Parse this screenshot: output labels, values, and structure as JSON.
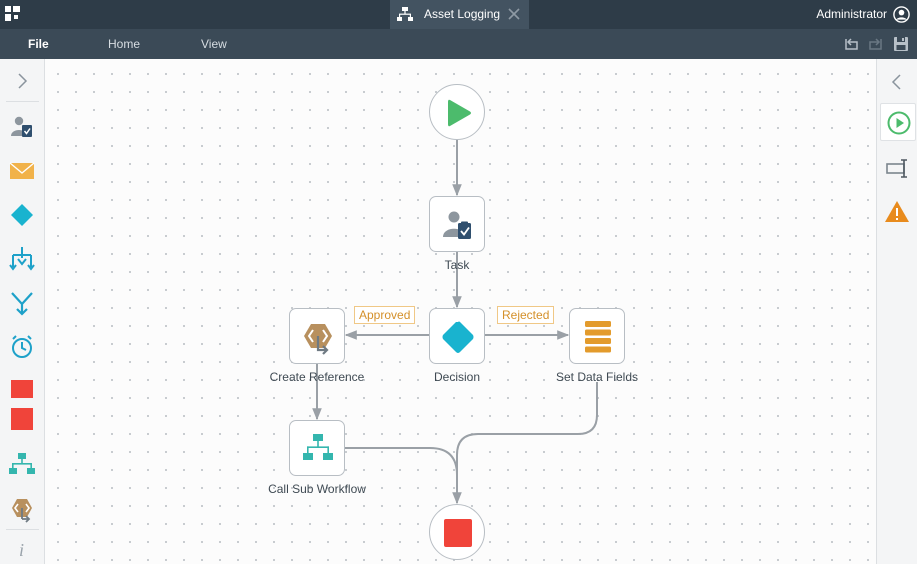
{
  "titlebar": {
    "tab_title": "Asset Logging",
    "user_name": "Administrator"
  },
  "menu": {
    "items": [
      {
        "label": "File"
      },
      {
        "label": "Home"
      },
      {
        "label": "View"
      }
    ]
  },
  "workflow": {
    "nodes": {
      "start": {
        "label": ""
      },
      "task": {
        "label": "Task"
      },
      "decision": {
        "label": "Decision"
      },
      "create_reference": {
        "label": "Create Reference"
      },
      "set_data_fields": {
        "label": "Set Data Fields"
      },
      "call_sub_workflow": {
        "label": "Call Sub Workflow"
      },
      "end": {
        "label": ""
      }
    },
    "edge_labels": {
      "approved": "Approved",
      "rejected": "Rejected"
    }
  },
  "right_panel": {
    "help_glyph": "i"
  },
  "colors": {
    "titlebar": "#2e3c48",
    "menubar": "#3b4a57",
    "start_green": "#4cbb6c",
    "decision_teal": "#19b3cf",
    "stop_red": "#f0443a",
    "warning_orange": "#e88b1d",
    "brown_gold": "#b8905e"
  }
}
